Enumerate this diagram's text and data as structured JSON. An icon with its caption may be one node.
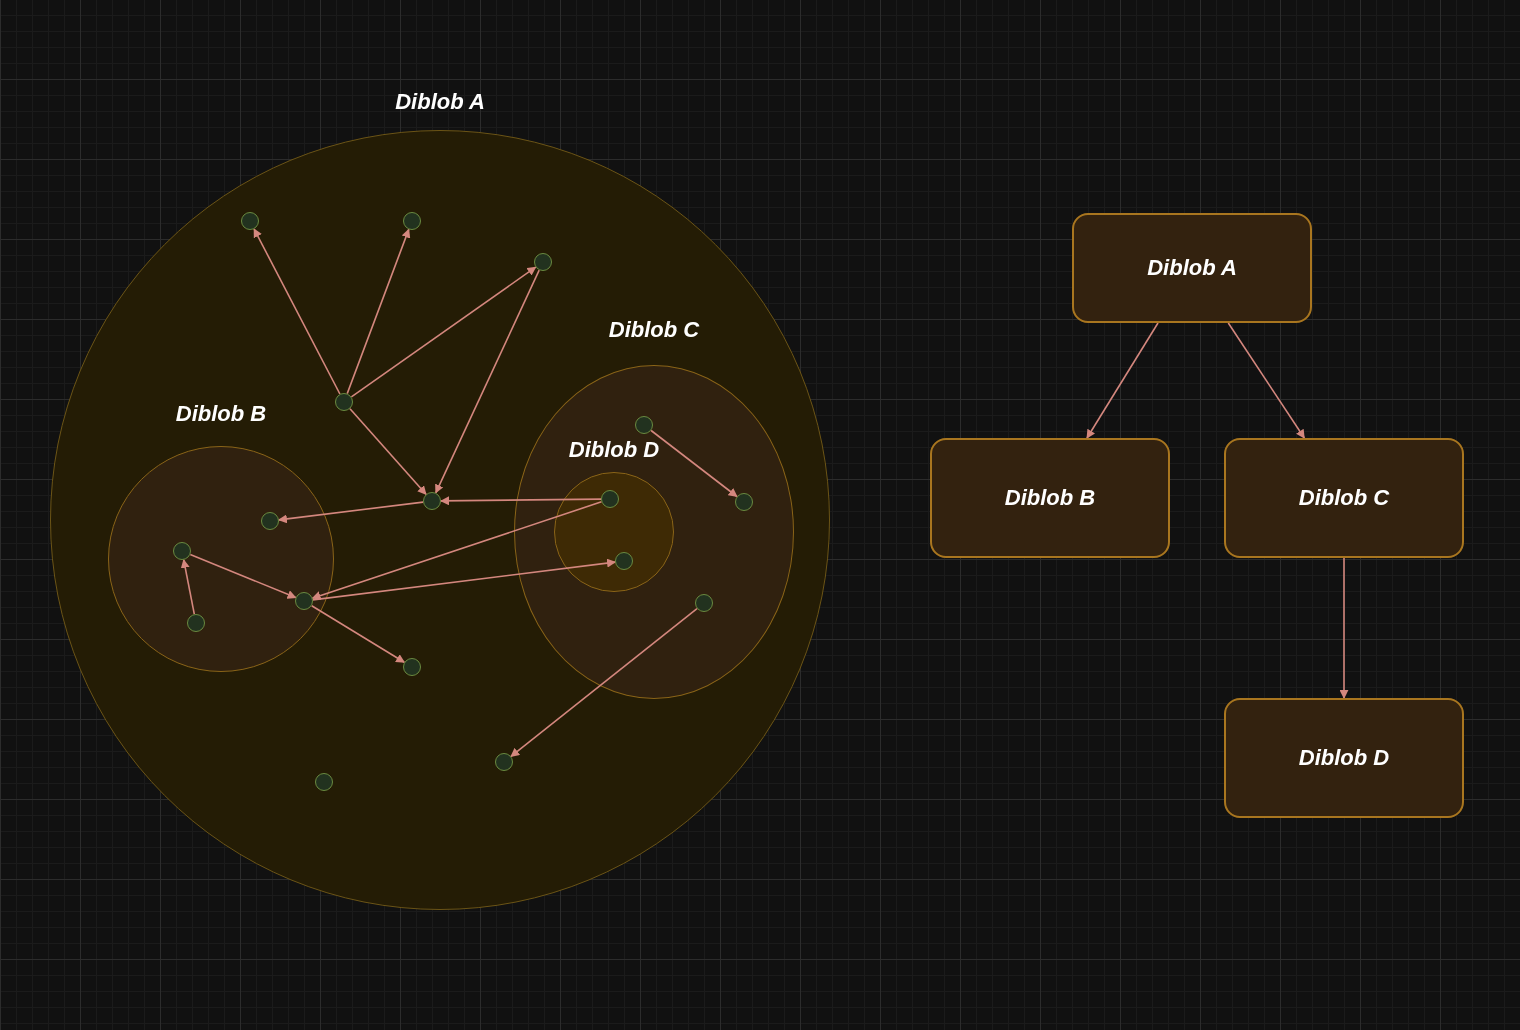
{
  "diagram": {
    "nodes": [
      {
        "text": [
          "Diblob A"
        ]
      },
      {
        "text": [],
        "shape": "circle",
        "in": 0
      },
      {
        "text": [],
        "shape": "circle",
        "in": 0
      },
      {
        "text": [],
        "shape": "circle",
        "in": 0
      },
      {
        "text": [],
        "shape": "circle",
        "in": 0
      },
      {
        "text": [
          "Diblob B"
        ],
        "in": 0
      },
      {
        "text": [],
        "shape": "circle",
        "in": 5
      },
      {
        "text": [],
        "shape": "circle",
        "in": 5
      },
      {
        "text": [],
        "shape": "circle",
        "in": 5
      },
      {
        "text": [],
        "shape": "circle",
        "in": 5
      },
      {
        "text": [
          "Diblob C"
        ],
        "in": 0
      },
      {
        "text": [],
        "shape": "circle",
        "in": 10
      },
      {
        "text": [
          "Diblob D"
        ],
        "in": 10
      },
      {
        "text": [],
        "shape": "circle",
        "in": 12
      },
      {
        "text": [],
        "shape": "circle",
        "in": 12
      },
      {
        "text": [],
        "shape": "circle",
        "in": 10
      },
      {
        "text": [],
        "shape": "circle",
        "in": 10
      },
      {
        "text": [],
        "shape": "circle",
        "in": 0
      },
      {
        "text": [],
        "shape": "circle",
        "in": 0
      },
      {
        "text": [],
        "shape": "circle",
        "in": 0
      },
      {
        "text": [],
        "shape": "circle",
        "in": 0
      },
      {
        "text": [
          "Diblob A"
        ]
      },
      {
        "text": [
          "Diblob B"
        ]
      },
      {
        "text": [
          "Diblob C"
        ]
      },
      {
        "text": [
          "Diblob D"
        ]
      }
    ],
    "edges": [
      {
        "from": 4,
        "to": 1,
        "arrow": "to"
      },
      {
        "from": 4,
        "to": 2,
        "arrow": "to"
      },
      {
        "from": 4,
        "to": 3,
        "arrow": "to"
      },
      {
        "from": 4,
        "to": 17,
        "arrow": "to"
      },
      {
        "from": 3,
        "to": 17,
        "arrow": "to"
      },
      {
        "from": 13,
        "to": 17,
        "arrow": "to"
      },
      {
        "from": 17,
        "to": 6,
        "arrow": "to"
      },
      {
        "from": 13,
        "to": 8,
        "arrow": "to"
      },
      {
        "from": 8,
        "to": 14,
        "arrow": "to"
      },
      {
        "from": 7,
        "to": 8,
        "arrow": "to"
      },
      {
        "from": 9,
        "to": 7,
        "arrow": "to"
      },
      {
        "from": 8,
        "to": 18,
        "arrow": "to"
      },
      {
        "from": 11,
        "to": 15,
        "arrow": "to"
      },
      {
        "from": 16,
        "to": 19,
        "arrow": "to"
      },
      {
        "from": 21,
        "to": 22,
        "arrow": "to"
      },
      {
        "from": 21,
        "to": 23,
        "arrow": "to"
      },
      {
        "from": 23,
        "to": 24,
        "arrow": "to"
      }
    ]
  }
}
